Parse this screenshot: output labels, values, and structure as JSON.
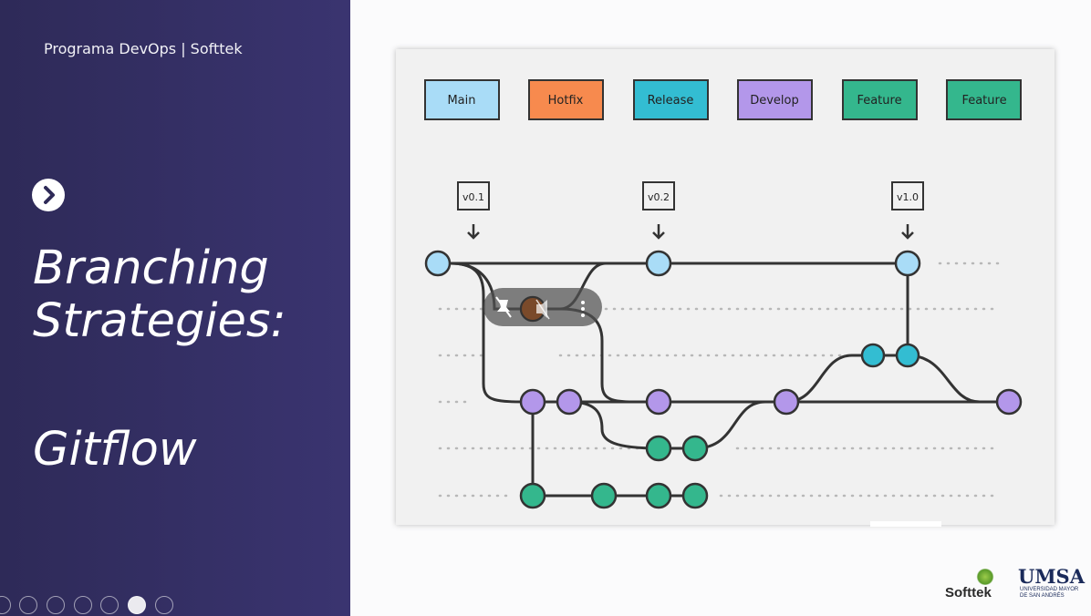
{
  "slide": {
    "header": "Programa DevOps | Softtek",
    "title_line1": "Branching",
    "title_line2": "Strategies:",
    "title_line3": "Gitflow"
  },
  "diagram": {
    "branches": [
      {
        "label": "Main",
        "color": "#a9dcf7"
      },
      {
        "label": "Hotfix",
        "color": "#f78a4e"
      },
      {
        "label": "Release",
        "color": "#33bdd2"
      },
      {
        "label": "Develop",
        "color": "#b397ea"
      },
      {
        "label": "Feature",
        "color": "#34b78d"
      },
      {
        "label": "Feature",
        "color": "#34b78d"
      }
    ],
    "tags": [
      "v0.1",
      "v0.2",
      "v1.0"
    ]
  },
  "logos": {
    "softtek": "Softtek",
    "umsa": "UMSA",
    "umsa_sub": "UNIVERSIDAD MAYOR DE SAN ANDRÉS"
  }
}
